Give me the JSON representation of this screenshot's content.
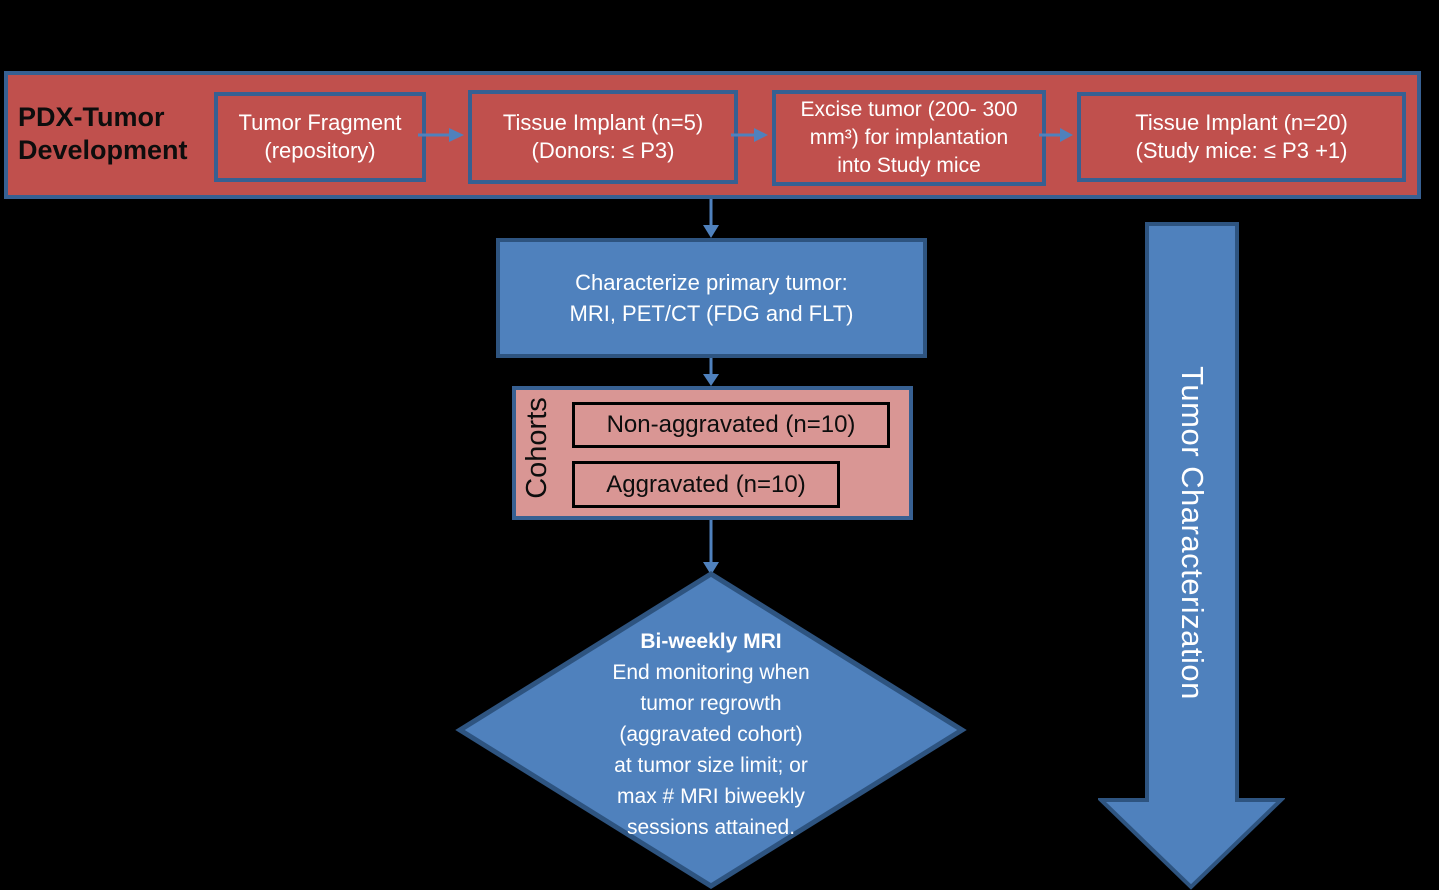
{
  "colors": {
    "background": "#000000",
    "red_fill": "#C0504D",
    "blue_fill": "#4F81BD",
    "banner_border_blue": "#376092",
    "blue_shape_border": "#2E5480",
    "pink_fill": "#D99694",
    "connector_arrow_blue": "#4F81BD",
    "inner_cohort_border": "#000000"
  },
  "banner": {
    "title_lines": [
      "PDX-Tumor",
      "Development"
    ],
    "boxes": [
      {
        "lines": [
          "Tumor Fragment",
          "(repository)"
        ]
      },
      {
        "lines": [
          "Tissue Implant (n=5)",
          "(Donors: ≤ P3)"
        ]
      },
      {
        "lines": [
          "Excise tumor (200- 300",
          "mm³) for implantation",
          "into Study mice"
        ]
      },
      {
        "lines": [
          "Tissue Implant (n=20)",
          "(Study mice: ≤ P3 +1)"
        ]
      }
    ]
  },
  "characterize_box": {
    "lines": [
      "Characterize primary tumor:",
      "MRI, PET/CT (FDG and FLT)"
    ]
  },
  "cohorts": {
    "label": "Cohorts",
    "items": [
      "Non-aggravated (n=10)",
      "Aggravated (n=10)"
    ]
  },
  "diamond": {
    "title": "Bi-weekly MRI",
    "lines": [
      "End monitoring when",
      "tumor regrowth",
      "(aggravated cohort)",
      "at tumor size limit; or",
      "max # MRI biweekly",
      "sessions attained."
    ]
  },
  "side_arrow": {
    "label": "Tumor Characterization"
  }
}
